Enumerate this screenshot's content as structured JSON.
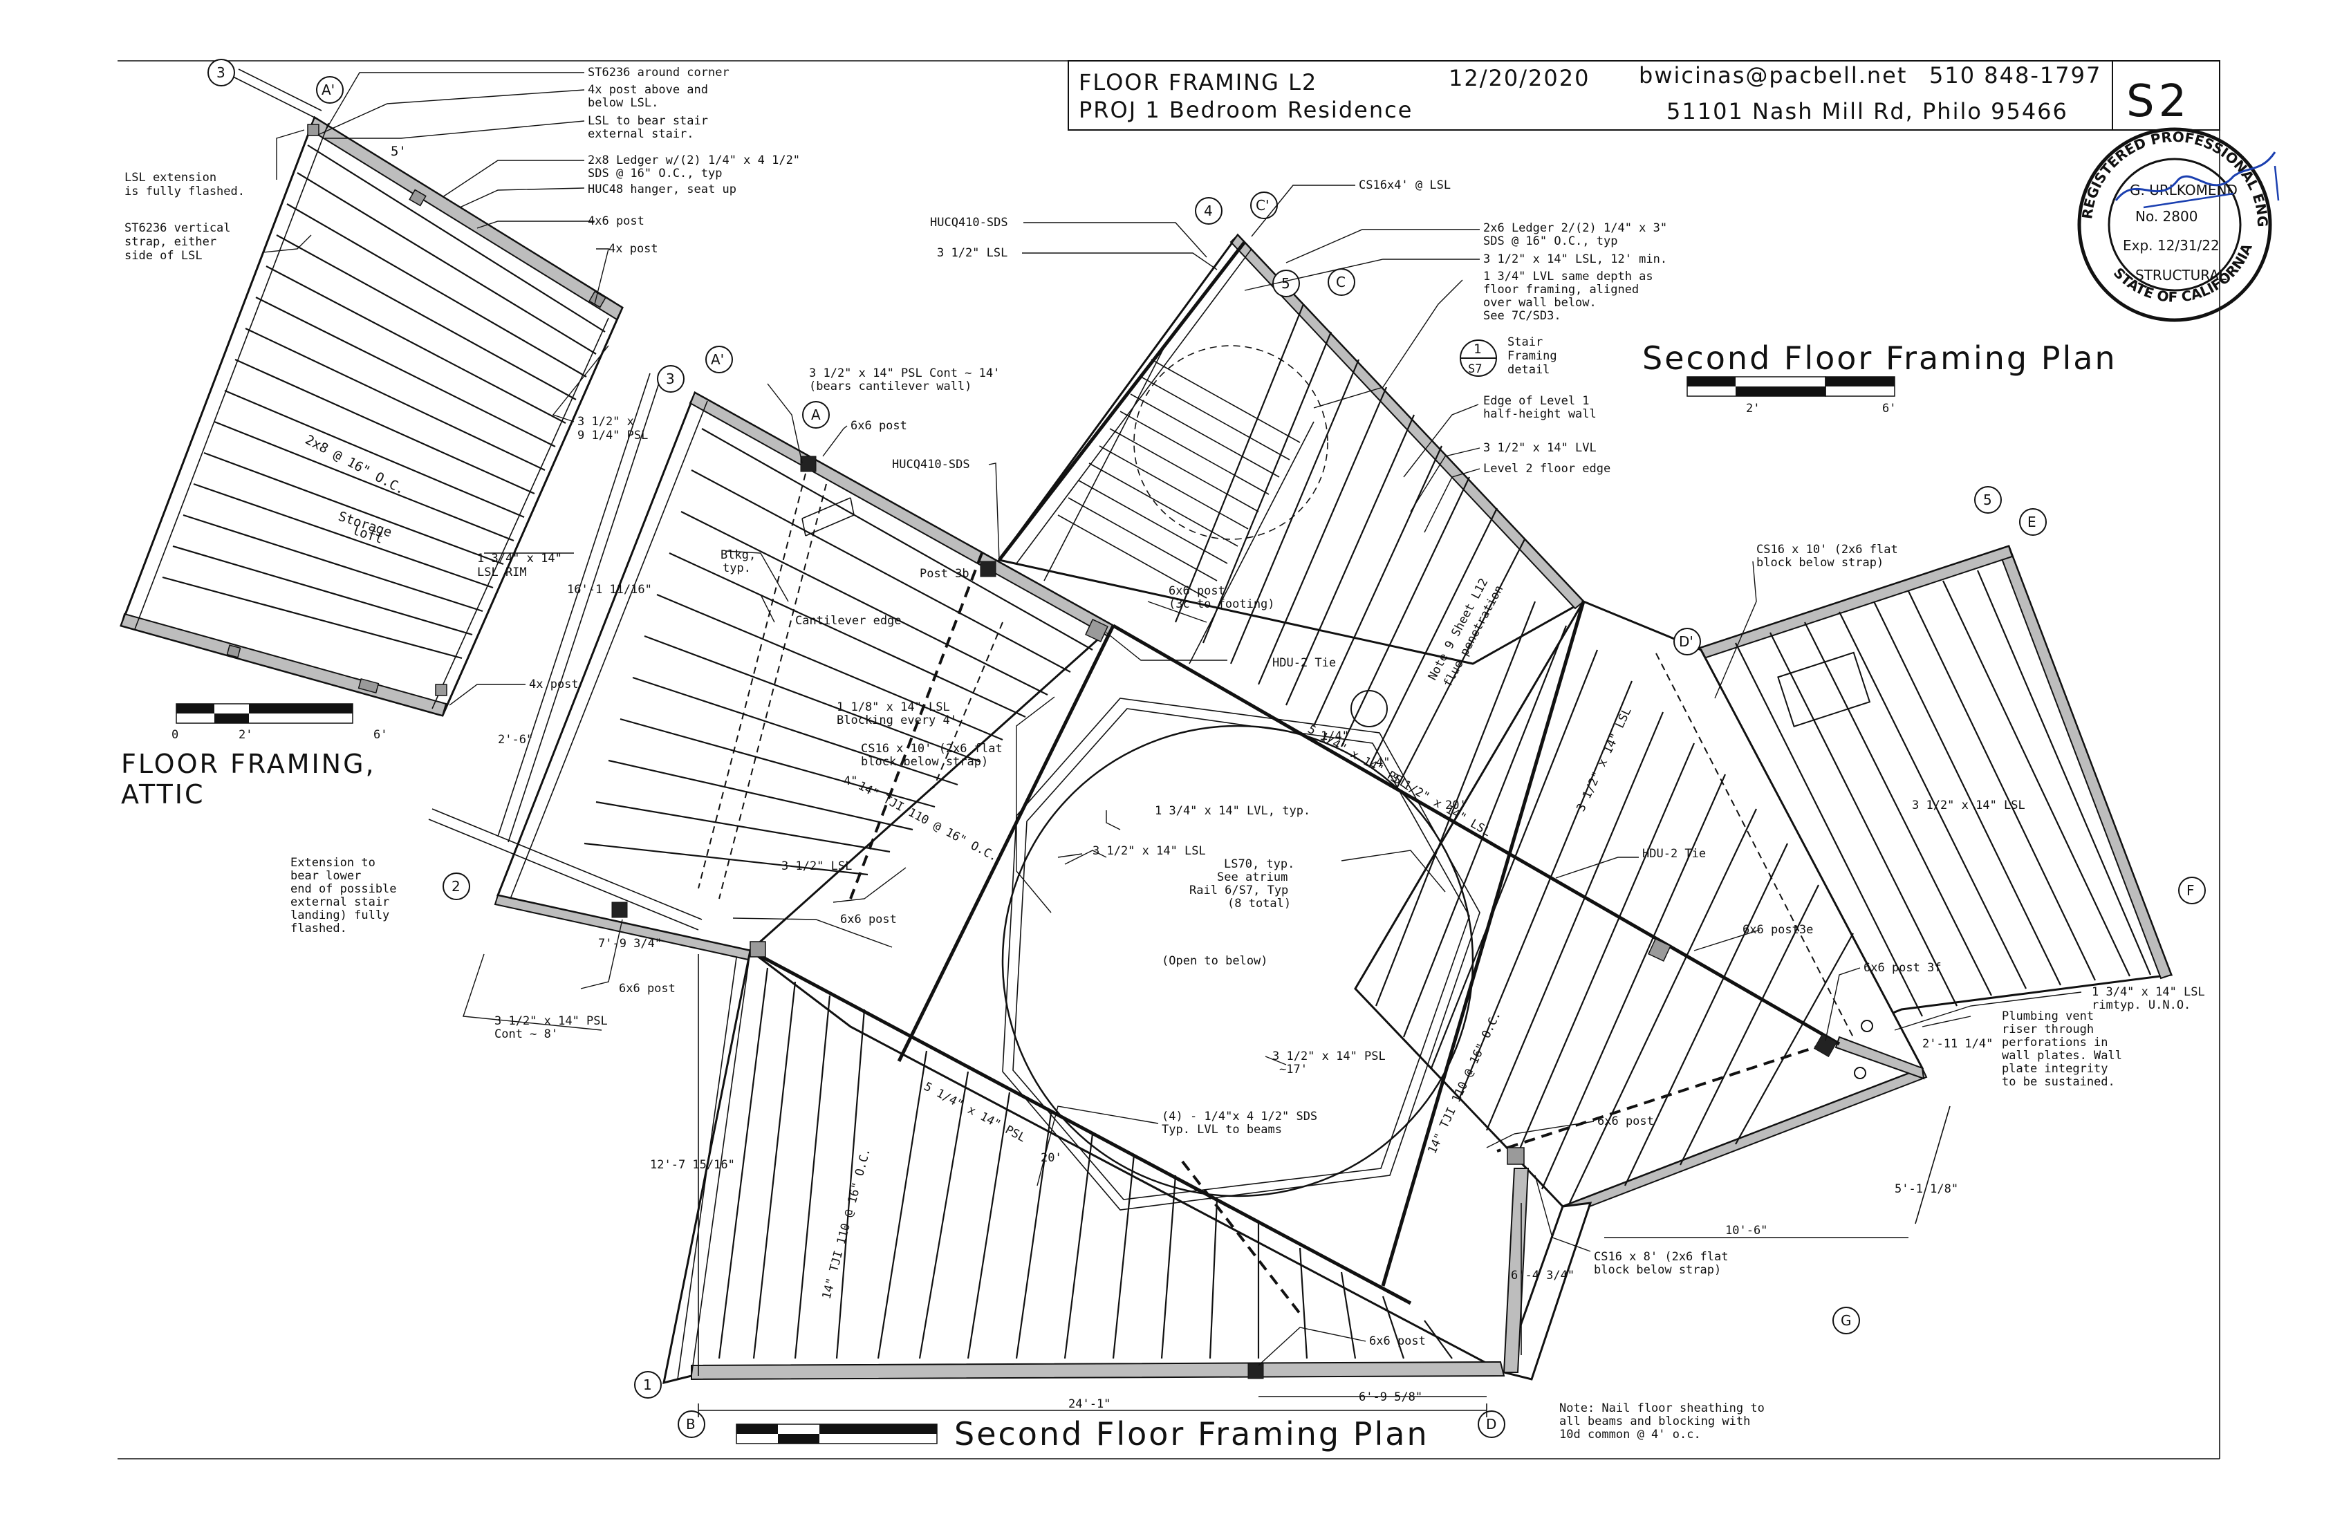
{
  "title_block": {
    "sheet_title": "FLOOR FRAMING L2",
    "date": "12/20/2020",
    "email": "bwicinas@pacbell.net",
    "phone": "510 848-1797",
    "project": "PROJ 1 Bedroom Residence",
    "address": "51101 Nash Mill Rd, Philo 95466",
    "sheet_number": "S2"
  },
  "seal": {
    "outer_top": "REGISTERED PROFESSIONAL ENGINEER",
    "outer_bottom": "STATE OF CALIFORNIA",
    "name": "G. URLKOMEND",
    "number": "No. 2800",
    "expires": "Exp. 12/31/22",
    "discipline": "STRUCTURAL"
  },
  "plan_titles": {
    "main_bottom": "Second Floor Framing Plan",
    "main_top": "Second Floor Framing Plan",
    "attic_line1": "FLOOR FRAMING,",
    "attic_line2": "ATTIC"
  },
  "scale_bars": {
    "top": {
      "a": "2'",
      "b": "6'"
    },
    "attic": {
      "z": "0",
      "a": "2'",
      "b": "6'"
    }
  },
  "grid_bubbles": {
    "g1": "1",
    "g2": "2",
    "g3a": "3",
    "g3b": "3",
    "g4": "4",
    "g5a": "5",
    "g5b": "5",
    "gA": "A",
    "gAp1": "A'",
    "gAp2": "A'",
    "gB": "B",
    "gC": "C",
    "gCp": "C'",
    "gD": "D",
    "gDp": "D'",
    "gE": "E",
    "gF": "F",
    "gG": "G"
  },
  "detail_bubble": {
    "num": "1",
    "sheet": "S7",
    "label_line1": "Stair",
    "label_line2": "Framing",
    "label_line3": "detail"
  },
  "notes": {
    "n01": "ST6236 around corner",
    "n02": "4x post above and",
    "n02b": "below LSL.",
    "n03": "LSL to bear stair",
    "n03b": "external stair.",
    "n04": "2x8 Ledger w/(2) 1/4\" x 4 1/2\"",
    "n04b": "SDS @ 16\" O.C., typ",
    "n05": "HUC48 hanger, seat up",
    "n06": "4x6 post",
    "n07": "4x post",
    "n08": "LSL extension",
    "n08b": "is fully flashed.",
    "n09": "ST6236 vertical",
    "n09b": "strap, either",
    "n09c": "side of LSL",
    "n10": "3 1/2\" x",
    "n10b": "9 1/4\" PSL",
    "n11": "2x8 @ 16\" O.C.",
    "n12": "Storage",
    "n12b": "loft",
    "n13": "1 3/4\" x 14\"",
    "n13b": "LSL RIM",
    "n14": "4x post",
    "n15": "CS16x4' @ LSL",
    "n16": "HUCQ410-SDS",
    "n17": "3 1/2\" LSL",
    "n18": "2x6 Ledger 2/(2) 1/4\" x 3\"",
    "n18b": "SDS @ 16\" O.C., typ",
    "n19": "3 1/2\" x 14\" LSL, 12' min.",
    "n20": "1 3/4\" LVL same depth as",
    "n20b": "floor framing, aligned",
    "n20c": "over wall below.",
    "n20d": "See 7C/SD3.",
    "n21": "3 1/2\" x 14\" PSL Cont ~ 14'",
    "n21b": "(bears cantilever wall)",
    "n22": "6x6 post",
    "n23": "HUCQ410-SDS",
    "n24": "Edge of Level 1",
    "n24b": "half-height wall",
    "n25": "3 1/2\" x 14\" LVL",
    "n26": "Level 2 floor edge",
    "n27": "Post 3b",
    "n28": "Blkg,",
    "n28b": "typ.",
    "n29": "Cantilever edge",
    "n30": "6x6 post",
    "n30b": "(3c to footing)",
    "n31": "HDU-2 Tie",
    "n32": "Note 9 Sheet L12",
    "n32b": "flue penetration",
    "n33": "CS16 x 10' (2x6 flat",
    "n33b": "block below strap)",
    "n34": "1 1/8\" x 14\" LSL",
    "n34b": "Blocking every 4'",
    "n35": "CS16 x 10' (2x6 flat",
    "n35b": "block below strap)",
    "n36": "1 3/4\" x 14\" LVL, typ.",
    "n37": "3 1/2\" x 14\" LSL",
    "n38": "3 1/2\" x 14\" LSL",
    "n39": "HDU-2 Tie",
    "n40": "LS70, typ.",
    "n40b": "See atrium",
    "n40c": "Rail 6/S7, Typ",
    "n40d": "(8 total)",
    "n41": "(Open to below)",
    "n42": "3 1/2\" LSL",
    "n43": "6x6 post",
    "n44": "6x6 post3e",
    "n45": "6x6 post 3f",
    "n46": "1 3/4\" x 14\" LSL",
    "n46b": "rimtyp. U.N.O.",
    "n47": "Plumbing vent",
    "n47b": "riser through",
    "n47c": "perforations in",
    "n47d": "wall plates. Wall",
    "n47e": "plate integrity",
    "n47f": "to be sustained.",
    "n48": "Extension to",
    "n48b": "bear lower",
    "n48c": "end of possible",
    "n48d": "external stair",
    "n48e": "landing) fully",
    "n48f": "flashed.",
    "n49": "6x6 post",
    "n50": "3 1/2\" x 14\" PSL",
    "n50b": "Cont ~ 8'",
    "n51": "3 1/2\" x 14\" PSL",
    "n51b": "~17'",
    "n52": "(4) - 1/4\"x 4 1/2\" SDS",
    "n52b": "Typ. LVL to beams",
    "n53": "6x6 post",
    "n54": "CS16 x 8' (2x6 flat",
    "n54b": "block below strap)",
    "n55": "6x6 post",
    "n56": "Note: Nail floor sheathing to",
    "n56b": "all beams and blocking with",
    "n56c": "10d common @ 4' o.c.",
    "j1": "14\" TJI 110 @ 16\" O.C.",
    "j2": "14\" TJI 110 @ 16\" O.C.",
    "j3": "14\" TJI 110 @ 16\" O.C.",
    "j4": "3 1/2\" x 14\" LSL",
    "j5": "5 1/4\" x 14\" PSL",
    "j6": "5 1/4\" x 14\" PSL",
    "j7": "3 1/2\" x 14\" LSL"
  },
  "dimensions": {
    "d1": "5'",
    "d2": "16'-1 11/16\"",
    "d3": "2'-6\"",
    "d4": "7'-9 3/4\"",
    "d5": "12'-7 15/16\"",
    "d6": "24'-1\"",
    "d7": "6'-9 5/8\"",
    "d8": "6'-4 3/4\"",
    "d9": "10'-6\"",
    "d10": "5'-1 1/8\"",
    "d11": "2'-11 1/4\"",
    "d12": "20'",
    "d13": "20'",
    "d14": "4\"",
    "d15": "4\"",
    "d16": "1/4\""
  }
}
